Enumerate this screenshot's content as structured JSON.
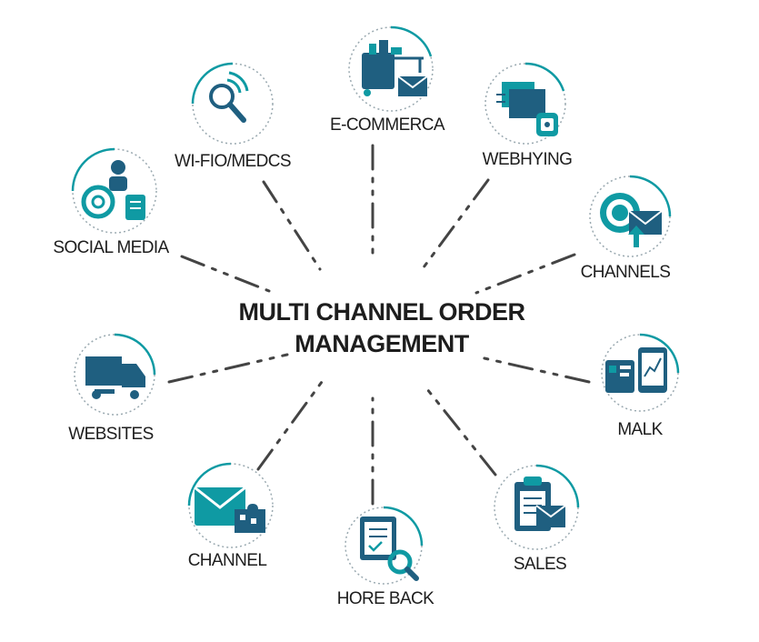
{
  "title": {
    "line1": "MULTI CHANNEL ORDER",
    "line2": "MANAGEMENT"
  },
  "colors": {
    "teal": "#0f9aa3",
    "navy": "#1f5f80",
    "text": "#1d1d1d",
    "connector": "#444444"
  },
  "nodes": [
    {
      "label": "E-COMMERCA",
      "icon": "shopping-cart-email-icon"
    },
    {
      "label": "WEBHYING",
      "icon": "web-pages-icon"
    },
    {
      "label": "CHANNELS",
      "icon": "target-email-icon"
    },
    {
      "label": "MALK",
      "icon": "mobile-analytics-icon"
    },
    {
      "label": "SALES",
      "icon": "clipboard-email-icon"
    },
    {
      "label": "HORE BACK",
      "icon": "document-search-icon"
    },
    {
      "label": "CHANNEL",
      "icon": "email-puzzle-icon"
    },
    {
      "label": "WEBSITES",
      "icon": "delivery-truck-icon"
    },
    {
      "label": "SOCIAL MEDIA",
      "icon": "at-sign-person-icon"
    },
    {
      "label": "WI-FIO/MEDCS",
      "icon": "magnifier-wifi-icon"
    }
  ]
}
